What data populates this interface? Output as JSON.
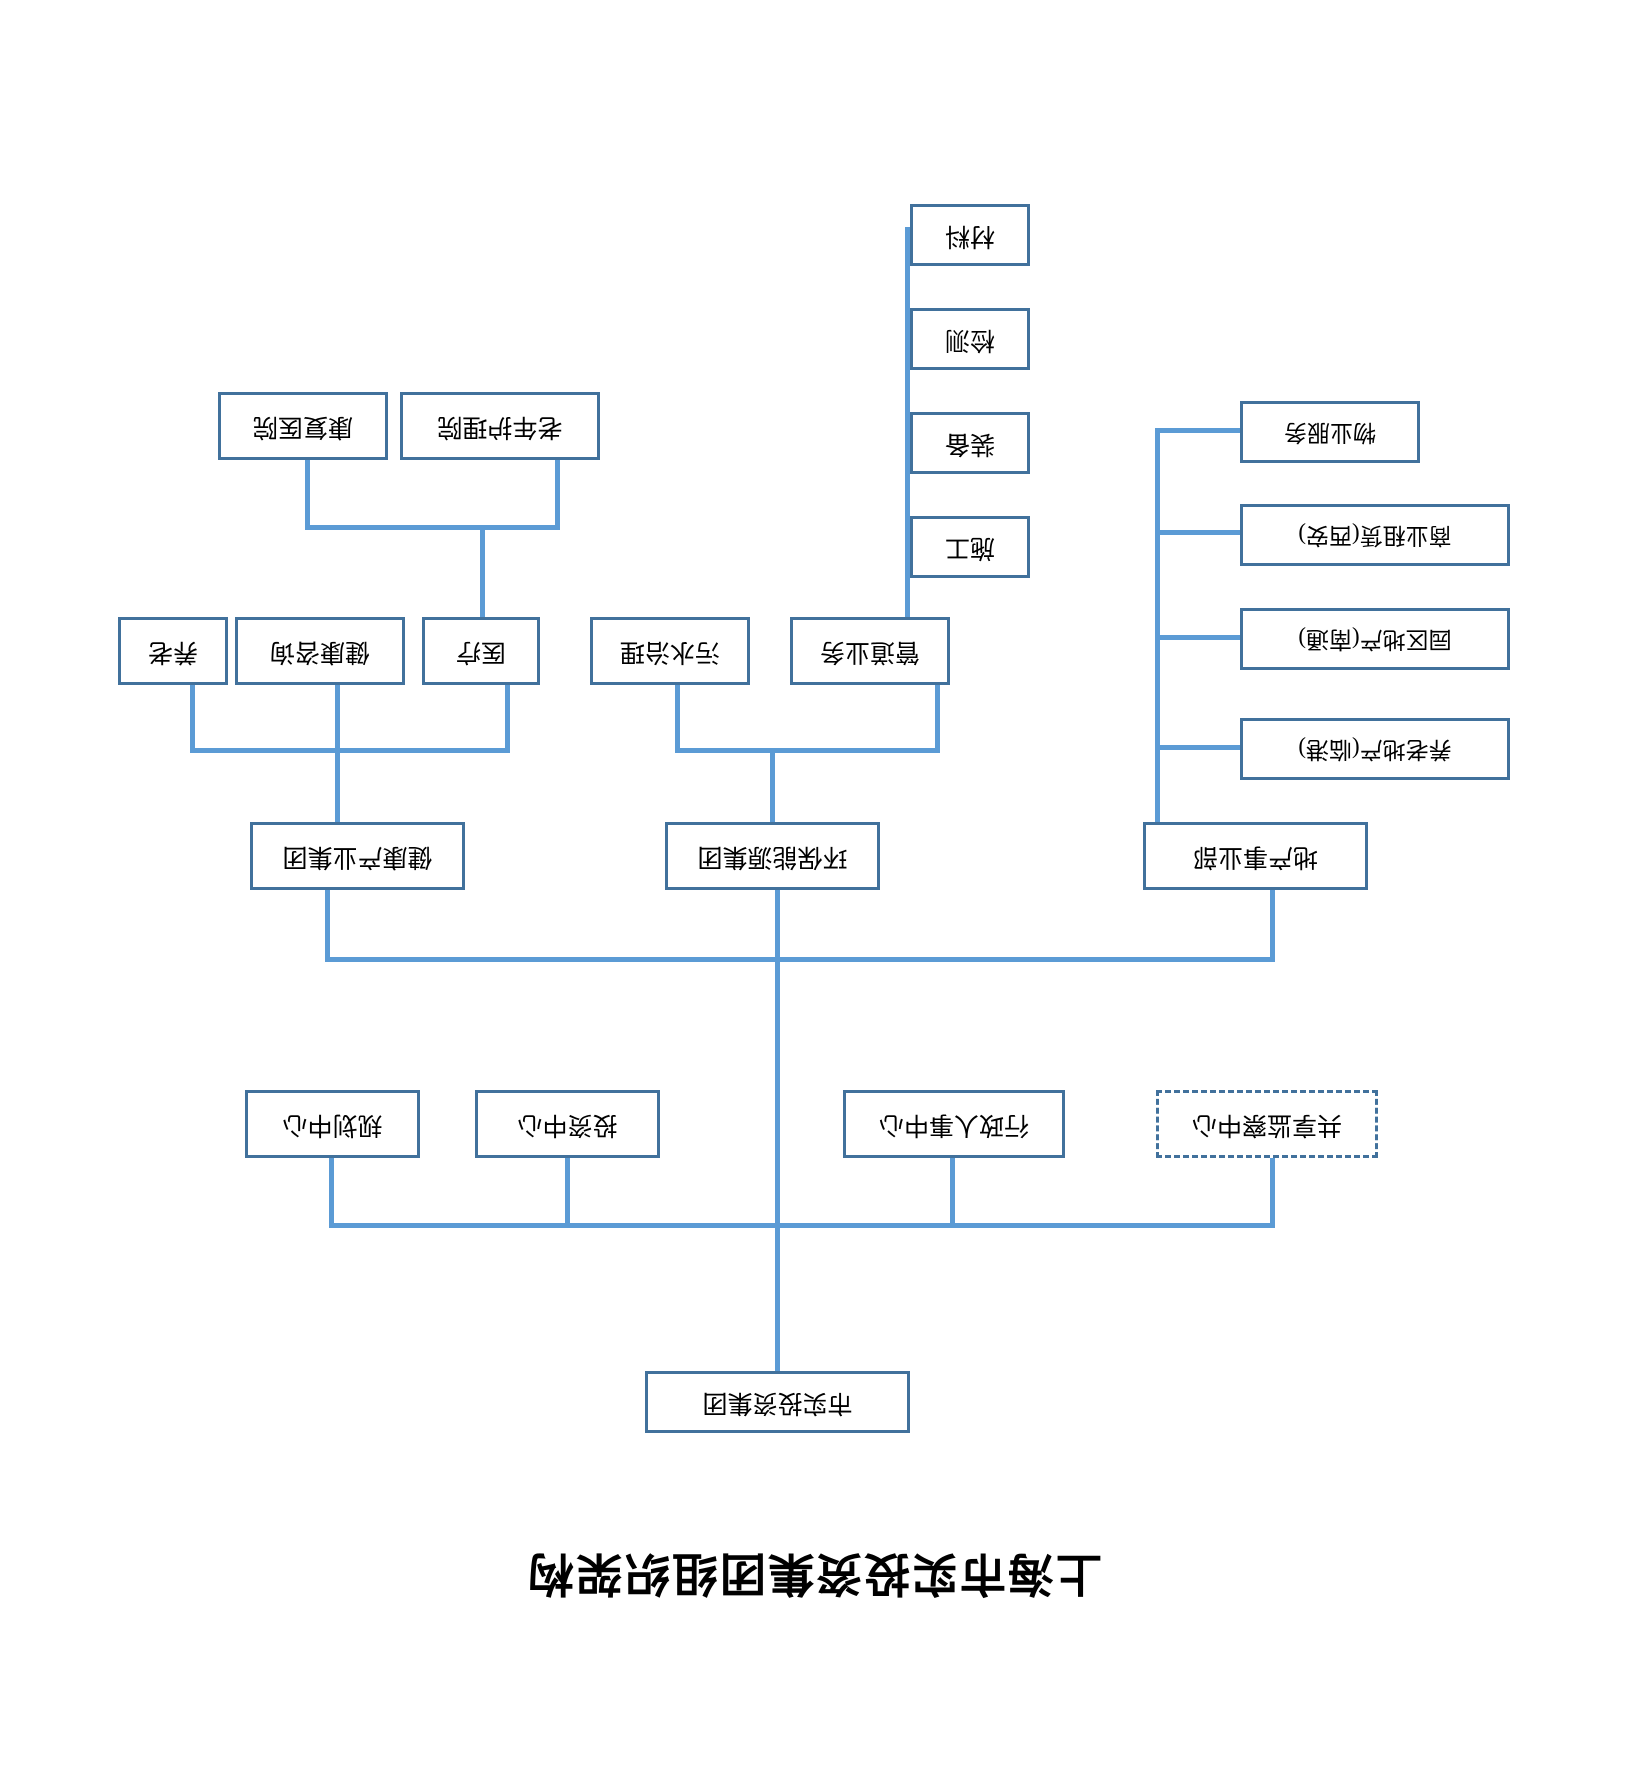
{
  "chart_data": {
    "type": "diagram",
    "diagram_type": "org-chart",
    "title": "上海市实投资集团组织架构",
    "orientation": "rotated-180",
    "colors": {
      "box_border": "#41719c",
      "connector": "#5b9bd5",
      "box_fill": "#ffffff",
      "text": "#000000",
      "background": "#ffffff"
    },
    "levels": [
      {
        "level": 1,
        "nodes": [
          "市实投资集团"
        ]
      },
      {
        "level": 2,
        "nodes": [
          "共享监察中心",
          "行政人事中心",
          "投资中心",
          "规划中心"
        ]
      },
      {
        "level": 3,
        "nodes": [
          "地产事业部",
          "环保能源集团",
          "健康产业集团"
        ]
      },
      {
        "level": 4,
        "nodes": [
          "养老地产(临港)",
          "园区地产(南通)",
          "商业租赁(西安)",
          "物业服务",
          "管道业务",
          "污水治理",
          "医疗",
          "健康咨询",
          "养老"
        ]
      },
      {
        "level": 5,
        "nodes": [
          "施工",
          "装备",
          "检测",
          "材料",
          "老年护理院",
          "康复医院"
        ]
      }
    ],
    "edges": [
      {
        "from": "市实投资集团",
        "to": "共享监察中心"
      },
      {
        "from": "市实投资集团",
        "to": "行政人事中心"
      },
      {
        "from": "市实投资集团",
        "to": "投资中心"
      },
      {
        "from": "市实投资集团",
        "to": "规划中心"
      },
      {
        "from": "市实投资集团",
        "to": "地产事业部"
      },
      {
        "from": "市实投资集团",
        "to": "环保能源集团"
      },
      {
        "from": "市实投资集团",
        "to": "健康产业集团"
      },
      {
        "from": "地产事业部",
        "to": "养老地产(临港)"
      },
      {
        "from": "地产事业部",
        "to": "园区地产(南通)"
      },
      {
        "from": "地产事业部",
        "to": "商业租赁(西安)"
      },
      {
        "from": "地产事业部",
        "to": "物业服务"
      },
      {
        "from": "环保能源集团",
        "to": "管道业务"
      },
      {
        "from": "环保能源集团",
        "to": "污水治理"
      },
      {
        "from": "管道业务",
        "to": "施工"
      },
      {
        "from": "管道业务",
        "to": "装备"
      },
      {
        "from": "管道业务",
        "to": "检测"
      },
      {
        "from": "管道业务",
        "to": "材料"
      },
      {
        "from": "健康产业集团",
        "to": "医疗"
      },
      {
        "from": "健康产业集团",
        "to": "健康咨询"
      },
      {
        "from": "健康产业集团",
        "to": "养老"
      },
      {
        "from": "医疗",
        "to": "老年护理院"
      },
      {
        "from": "医疗",
        "to": "康复医院"
      }
    ]
  },
  "title": "上海市实投资集团组织架构",
  "root": {
    "label": "市实投资集团"
  },
  "functional_centers": [
    {
      "label": "共享监察中心",
      "style": "dashed"
    },
    {
      "label": "行政人事中心",
      "style": "solid"
    },
    {
      "label": "投资中心",
      "style": "solid"
    },
    {
      "label": "规划中心",
      "style": "solid"
    }
  ],
  "divisions": [
    {
      "label": "地产事业部"
    },
    {
      "label": "环保能源集团"
    },
    {
      "label": "健康产业集团"
    }
  ],
  "real_estate_units": [
    {
      "label": "养老地产(临港)"
    },
    {
      "label": "园区地产(南通)"
    },
    {
      "label": "商业租赁(西安)"
    },
    {
      "label": "物业服务"
    }
  ],
  "energy_units": [
    {
      "label": "管道业务"
    },
    {
      "label": "污水治理"
    }
  ],
  "pipeline_units": [
    {
      "label": "施工"
    },
    {
      "label": "装备"
    },
    {
      "label": "检测"
    },
    {
      "label": "材料"
    }
  ],
  "health_units": [
    {
      "label": "医疗"
    },
    {
      "label": "健康咨询"
    },
    {
      "label": "养老"
    }
  ],
  "medical_units": [
    {
      "label": "老年护理院"
    },
    {
      "label": "康复医院"
    }
  ]
}
